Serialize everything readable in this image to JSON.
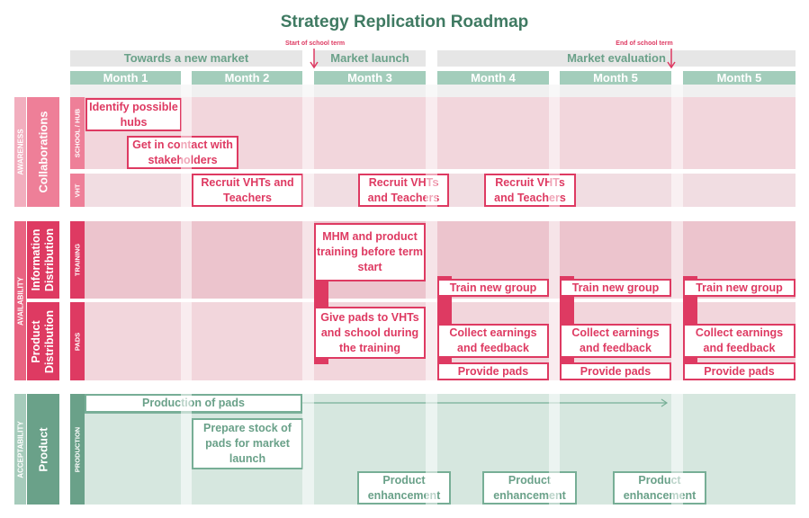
{
  "title": "Strategy Replication Roadmap",
  "phases": [
    "Towards a new market",
    "Market launch",
    "Market evaluation"
  ],
  "annotations": {
    "start": "Start of school term",
    "end": "End of school term"
  },
  "months": [
    "Month 1",
    "Month 2",
    "Month 3",
    "Month 4",
    "Month 5",
    "Month 5"
  ],
  "sections": {
    "awareness": "AWARENESS",
    "availability": "AVAILABILITY",
    "acceptability": "ACCEPTABILITY"
  },
  "categories": {
    "collaborations": "Collaborations",
    "info_line1": "Information",
    "info_line2": "Distribution",
    "prod_dist_line1": "Product",
    "prod_dist_line2": "Distribution",
    "product": "Product"
  },
  "sublanes": {
    "school_hub": "SCHOOL / HUB",
    "vht": "VHT",
    "training": "TRAINING",
    "pads": "PADS",
    "production": "PRODUCTION"
  },
  "tasks": {
    "identify_hubs": "Identify possible hubs",
    "get_in_contact": "Get in contact with stakeholders",
    "recruit": "Recruit VHTs and Teachers",
    "mhm_training": "MHM and product training before term start",
    "give_pads": "Give pads to VHTs and school during the training",
    "train_group": "Train new group",
    "collect": "Collect earnings and feedback",
    "provide": "Provide pads",
    "production": "Production of pads",
    "prepare_stock": "Prepare stock of pads for market launch",
    "enhancement": "Product enhancement"
  },
  "colors": {
    "pink": "#de3a62",
    "green": "#77ae96",
    "title": "#3f7a62"
  }
}
